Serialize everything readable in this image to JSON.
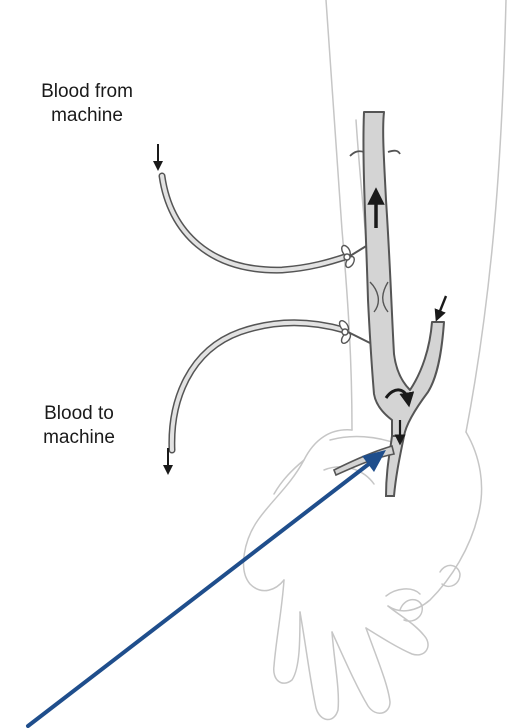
{
  "labels": {
    "from": {
      "line1": "Blood from",
      "line2": "machine"
    },
    "to": {
      "line1": "Blood to",
      "line2": "machine"
    }
  },
  "colors": {
    "outline": "#c6c6c6",
    "vessel_fill": "#d4d4d4",
    "vessel_stroke": "#555555",
    "tube_fill": "#e2e2e2",
    "arrow_dark": "#1a1a1a",
    "pointer": "#1f4e8c"
  }
}
